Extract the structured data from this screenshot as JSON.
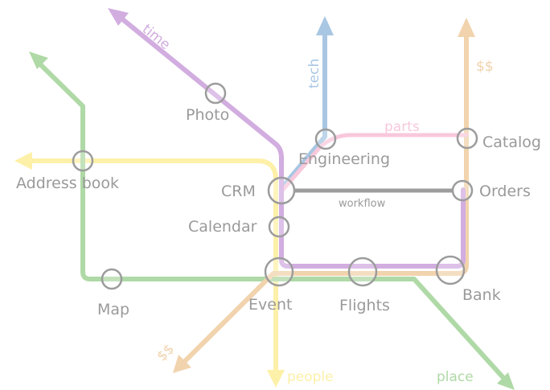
{
  "colors": {
    "time": "#d2ade0",
    "tech": "#a9c7e3",
    "dollars": "#f1d3ad",
    "place": "#afd9a6",
    "people": "#fdf0a8",
    "parts": "#f8c8dc",
    "workflow": "#9d9d9d",
    "station_stroke": "#9c9c9c",
    "text": "#9a9a9a"
  },
  "lines": {
    "time": "time",
    "tech": "tech",
    "dollars_top": "$$",
    "dollars_bottom": "$$",
    "people": "people",
    "place": "place",
    "parts": "parts",
    "workflow": "workflow"
  },
  "stations": {
    "photo": "Photo",
    "engineering": "Engineering",
    "catalog": "Catalog",
    "address_book": "Address book",
    "crm": "CRM",
    "orders": "Orders",
    "calendar": "Calendar",
    "map": "Map",
    "event": "Event",
    "flights": "Flights",
    "bank": "Bank"
  }
}
